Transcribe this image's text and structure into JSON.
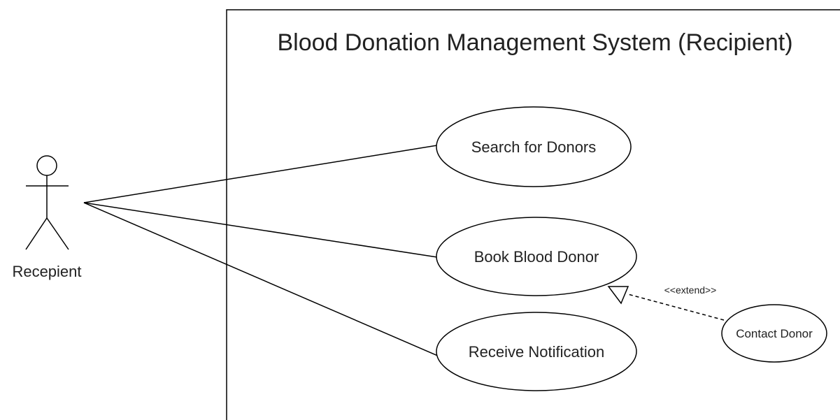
{
  "diagram": {
    "system_title": "Blood Donation Management System (Recipient)",
    "actor": {
      "name": "Recepient",
      "icon": "stick-figure-icon"
    },
    "use_cases": [
      {
        "label": "Search for Donors"
      },
      {
        "label": "Book Blood Donor"
      },
      {
        "label": "Receive Notification"
      }
    ],
    "extension_use_case": {
      "label": "Contact Donor"
    },
    "extend_relation": {
      "stereotype": "<<extend>>"
    },
    "colors": {
      "line": "#000000",
      "text": "#222222",
      "background": "#ffffff"
    }
  }
}
